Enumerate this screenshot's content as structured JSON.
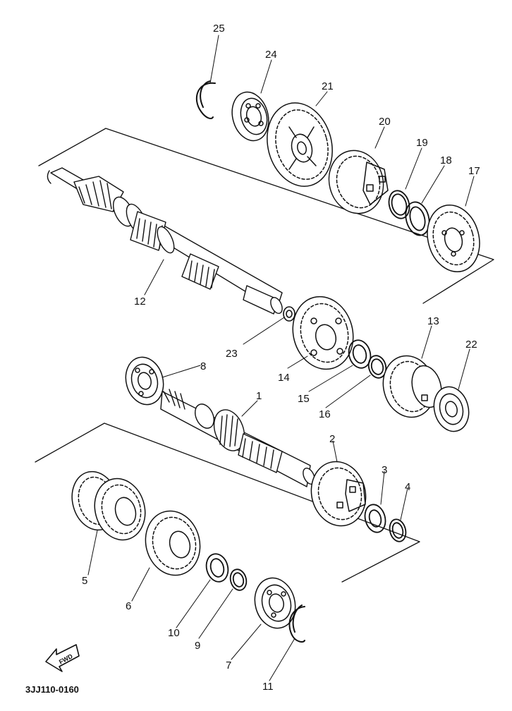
{
  "diagram": {
    "part_number_code": "3JJ110-0160",
    "fwd_badge": "FWD",
    "callouts": [
      "25",
      "24",
      "21",
      "20",
      "19",
      "18",
      "17",
      "12",
      "23",
      "14",
      "15",
      "16",
      "13",
      "22",
      "8",
      "1",
      "2",
      "3",
      "4",
      "5",
      "6",
      "10",
      "9",
      "7",
      "11"
    ]
  },
  "colors": {
    "ink": "#111111",
    "paper": "#ffffff"
  }
}
